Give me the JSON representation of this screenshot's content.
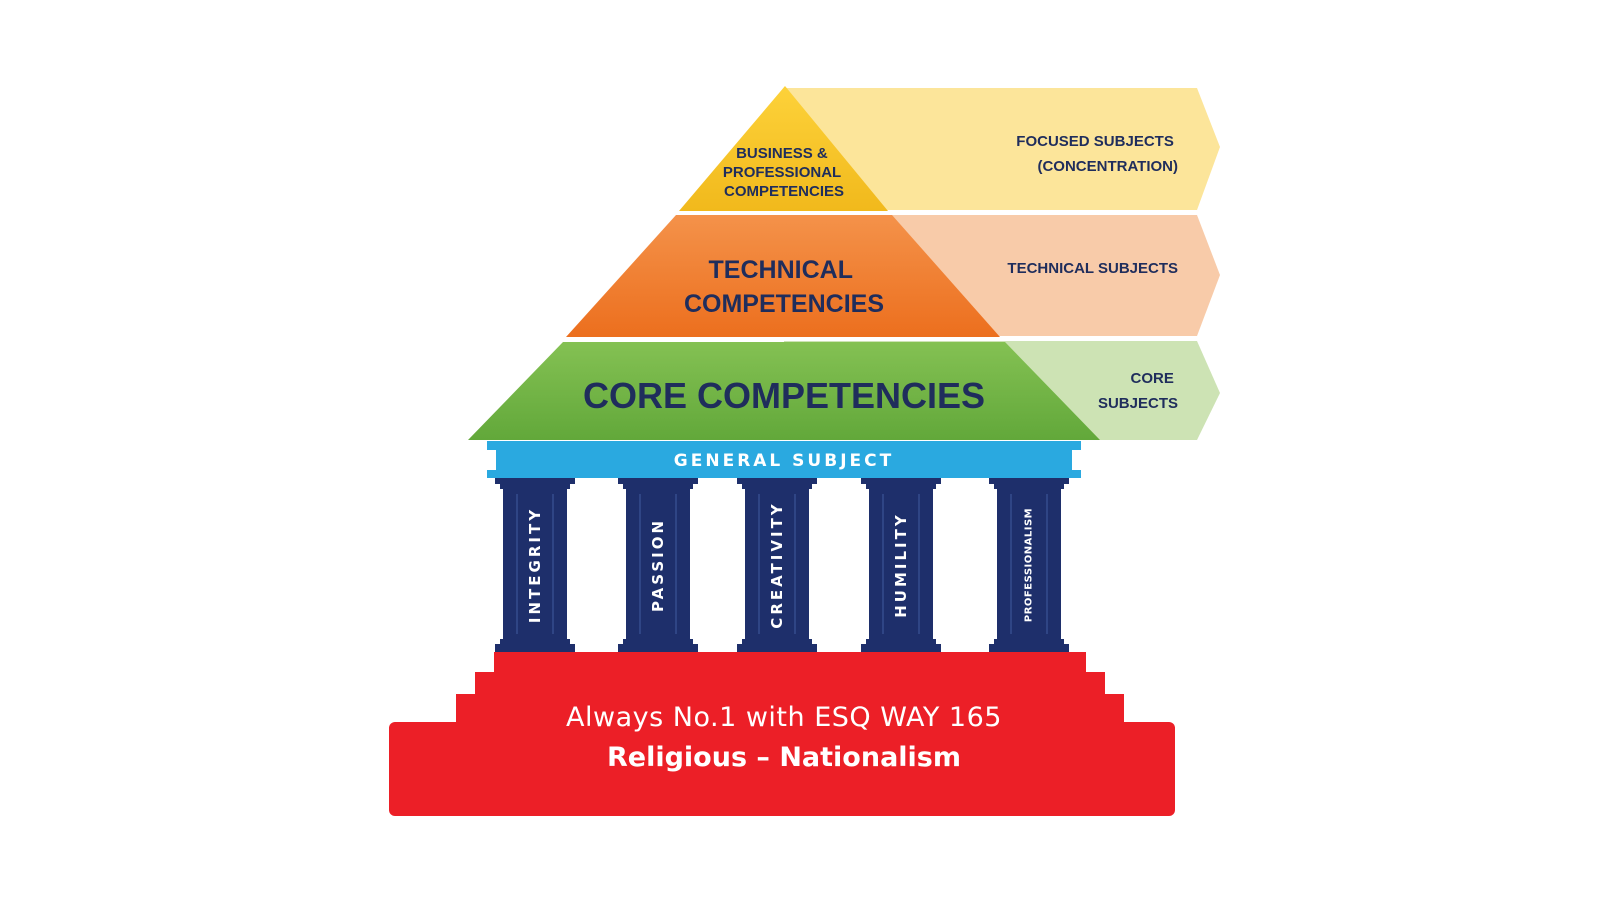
{
  "colors": {
    "navy": "#1f2d5c",
    "yellow": "#f7c326",
    "yellow_light": "#fce59a",
    "orange": "#f07f2d",
    "orange_light": "#f8cba9",
    "green": "#77b748",
    "green_light": "#cde3b4",
    "blue": "#2aa9e0",
    "red": "#ec1f27",
    "pillar": "#1e2f6b",
    "white": "#ffffff"
  },
  "pyramid": {
    "top": {
      "lines": [
        "BUSINESS &",
        "PROFESSIONAL",
        "COMPETENCIES"
      ]
    },
    "middle": {
      "lines": [
        "TECHNICAL",
        "COMPETENCIES"
      ]
    },
    "bottom": {
      "label": "CORE COMPETENCIES"
    }
  },
  "arrows": {
    "focused": {
      "lines": [
        "FOCUSED SUBJECTS",
        "(CONCENTRATION)"
      ]
    },
    "technical": {
      "lines": [
        "TECHNICAL SUBJECTS"
      ]
    },
    "core": {
      "lines": [
        "CORE",
        "SUBJECTS"
      ]
    }
  },
  "lintel": {
    "label": "GENERAL SUBJECT"
  },
  "pillars": [
    "INTEGRITY",
    "PASSION",
    "CREATIVITY",
    "HUMILITY",
    "PROFESSIONALISM"
  ],
  "base": {
    "line1": "Always No.1 with ESQ WAY 165",
    "line2": "Religious – Nationalism"
  }
}
